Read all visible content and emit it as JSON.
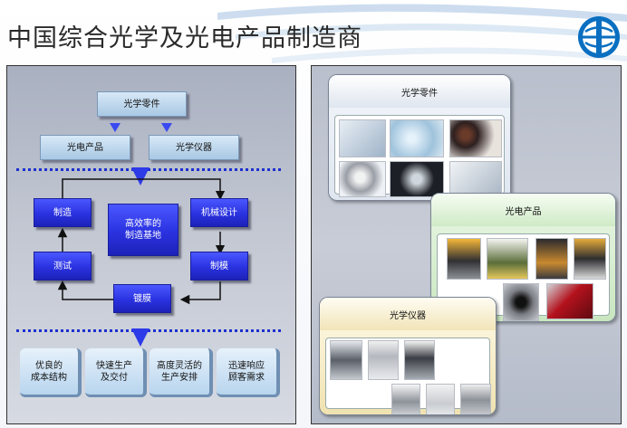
{
  "title": "中国综合光学及光电产品制造商",
  "diagram": {
    "optical_parts": "光学零件",
    "optoelectronic": "光电产品",
    "optical_instruments": "光学仪器",
    "manufacturing": "制造",
    "base": "高效率的\n制造基地",
    "mech_design": "机械设计",
    "testing": "测试",
    "molding": "制模",
    "coating": "镀膜",
    "benefits": [
      "优良的\n成本结构",
      "快速生产\n及交付",
      "高度灵活的\n生产安排",
      "迅速响应\n顾客需求"
    ]
  },
  "cards": {
    "optical_parts": "光学零件",
    "optoelectronic": "光电产品",
    "optical_instruments": "光学仪器"
  },
  "colors": {
    "button_blue": "#2a32e0",
    "dot_line": "#1c2fd0",
    "arrow": "#2d3ae8"
  }
}
